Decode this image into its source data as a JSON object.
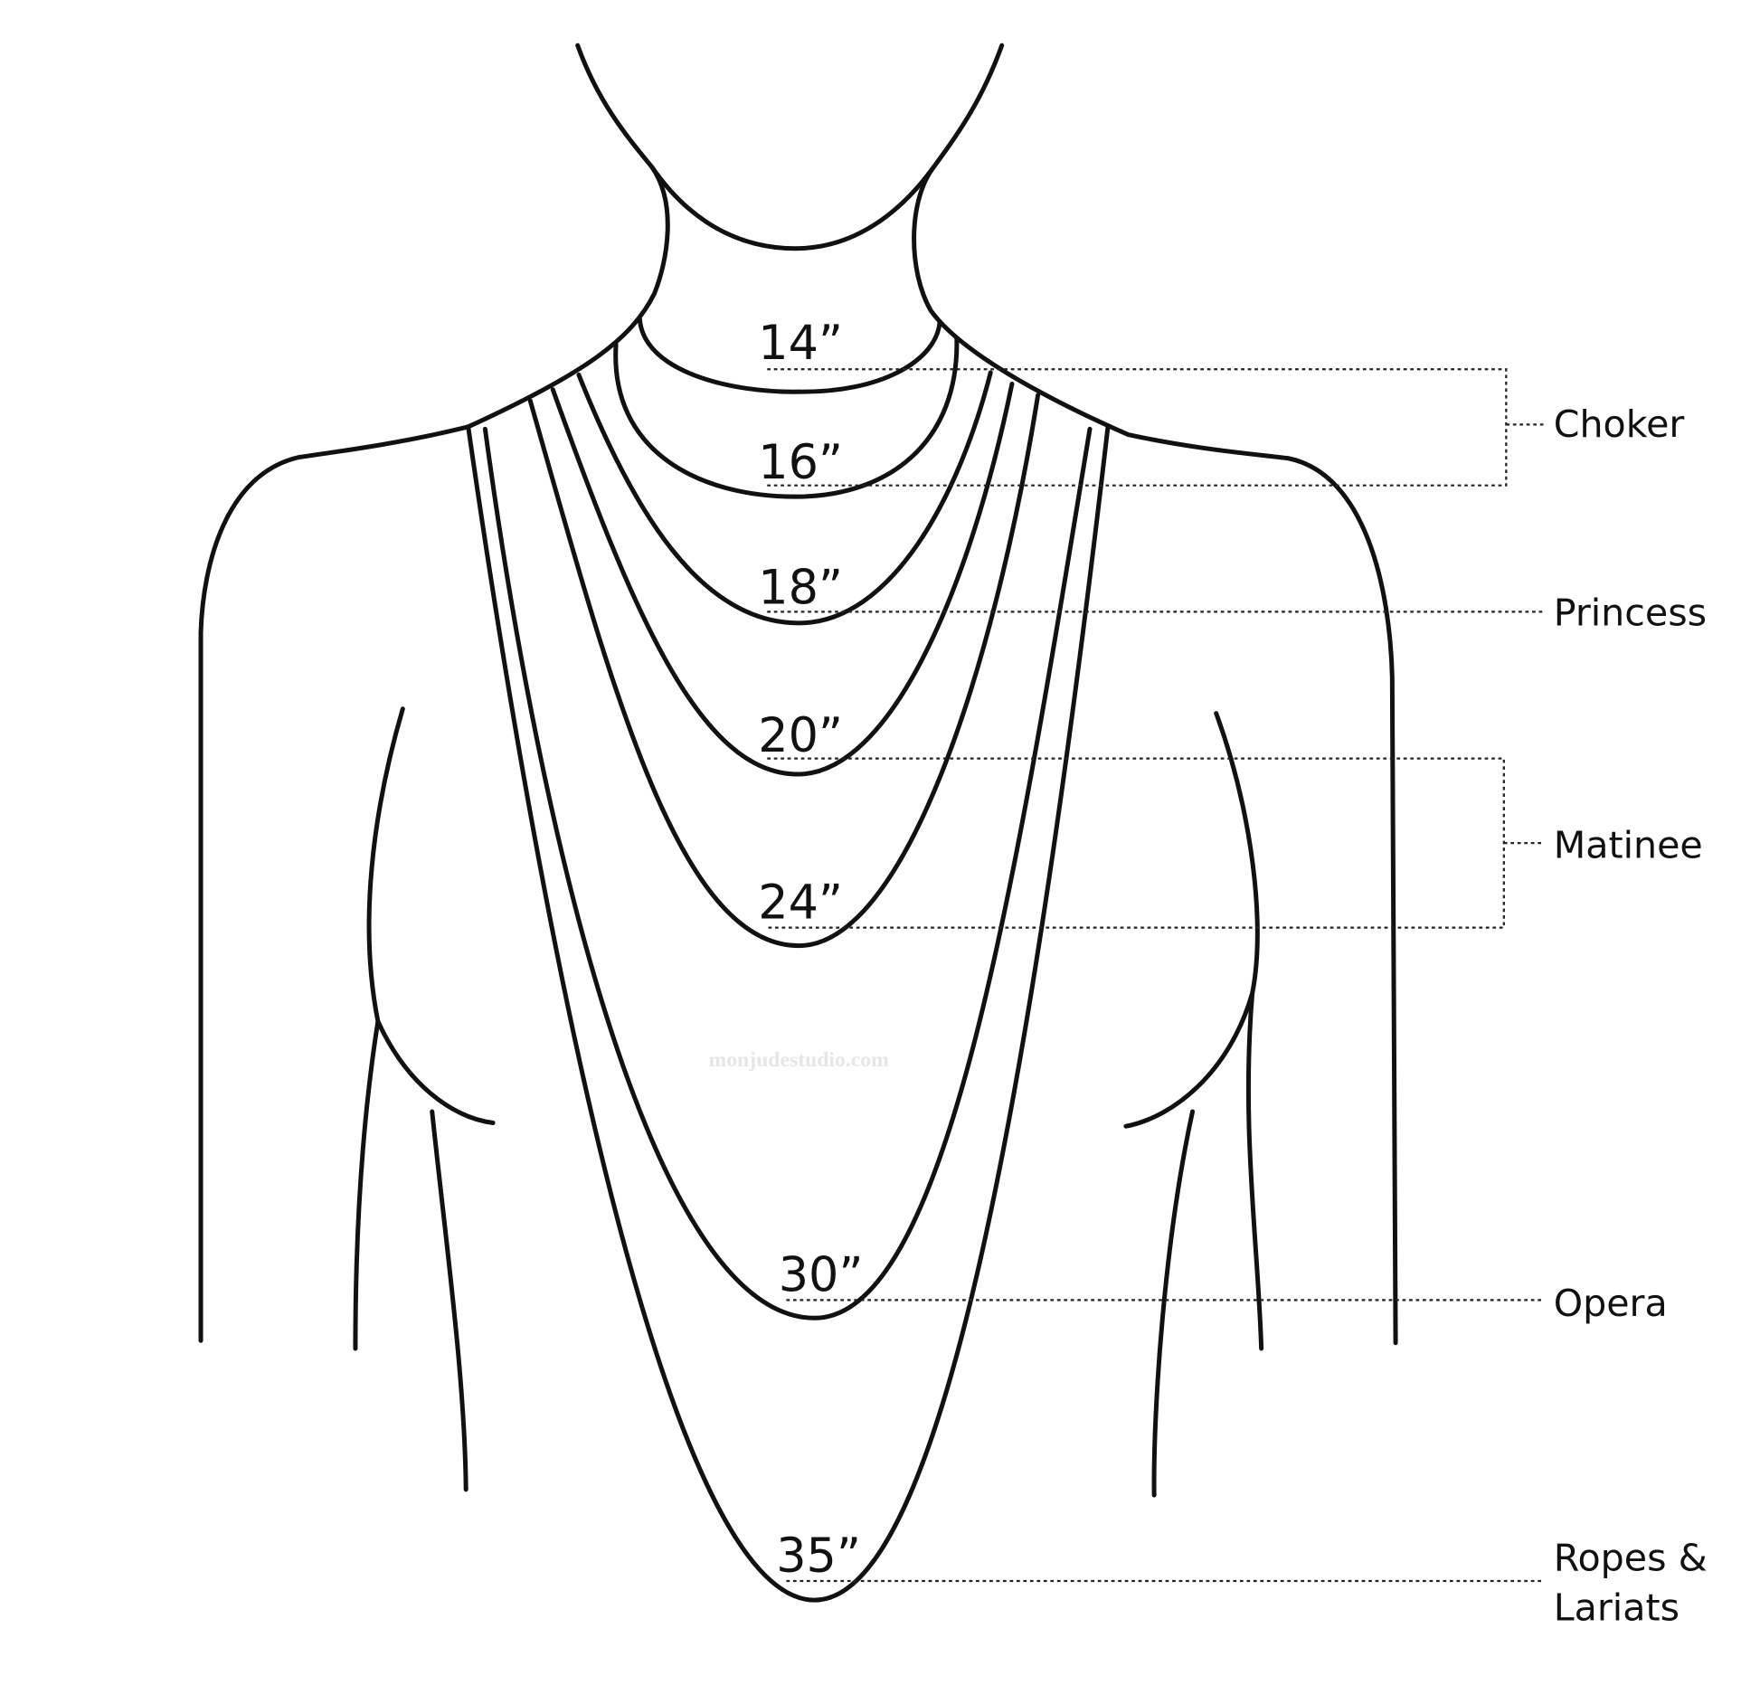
{
  "lengths": {
    "l14": "14”",
    "l16": "16”",
    "l18": "18”",
    "l20": "20”",
    "l24": "24”",
    "l30": "30”",
    "l35": "35”"
  },
  "categories": {
    "choker": "Choker",
    "princess": "Princess",
    "matinee": "Matinee",
    "opera": "Opera",
    "ropes_line1": "Ropes &",
    "ropes_line2": "Lariats"
  },
  "watermark": "monjudestudio.com",
  "colors": {
    "line": "#111111",
    "watermark": "#e6e6e6"
  }
}
